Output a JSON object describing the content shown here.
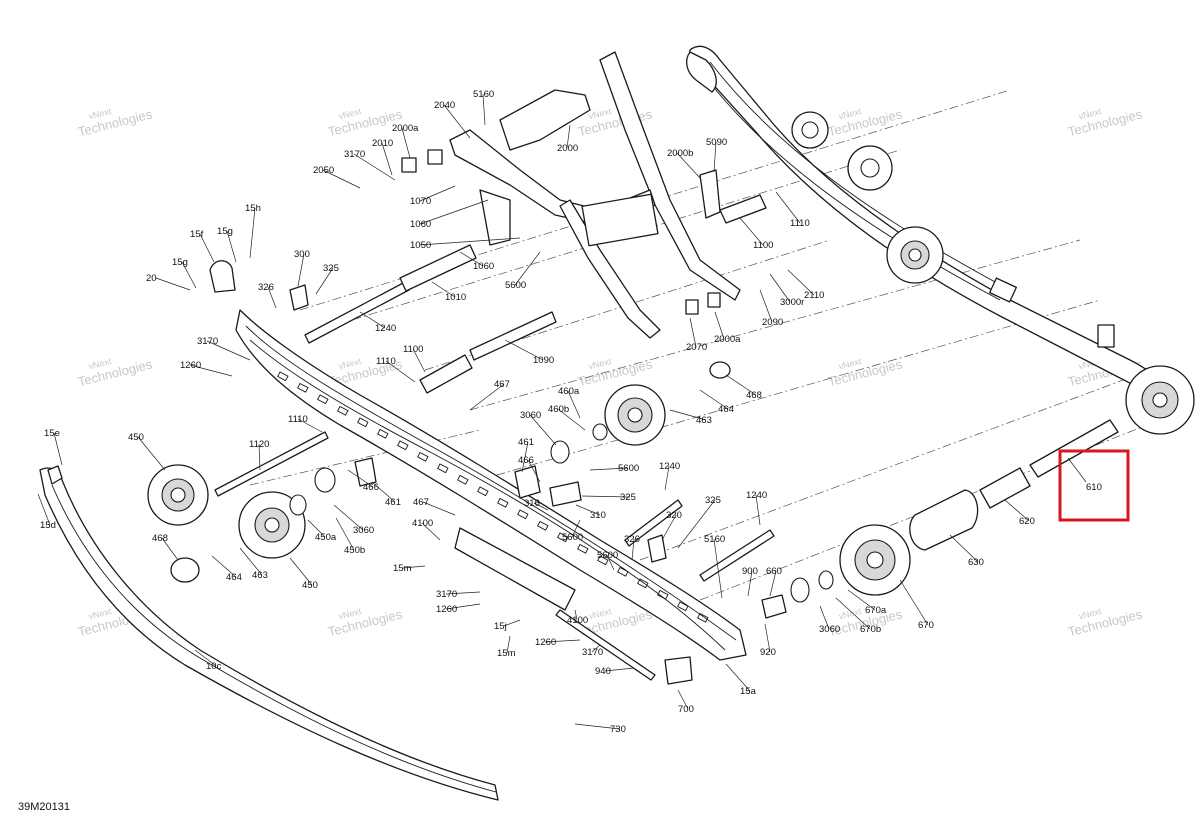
{
  "diagram_code": "39M20131",
  "watermark": {
    "line1": "vNext",
    "line2": "Technologies"
  },
  "highlight": {
    "label": "610",
    "color": "#d6191f"
  },
  "labels": [
    "5160",
    "2040",
    "2000a",
    "2010",
    "3170",
    "2050",
    "1070",
    "1060",
    "1050",
    "2000",
    "5090",
    "2000b",
    "1110",
    "1100",
    "2110",
    "3000r",
    "2090",
    "2070",
    "2000a",
    "15h",
    "15g",
    "15f",
    "15g",
    "20",
    "300",
    "325",
    "326",
    "1010",
    "1240",
    "1060",
    "5600",
    "3170",
    "1260",
    "1110",
    "1100",
    "1090",
    "467",
    "460a",
    "460b",
    "3060",
    "463",
    "464",
    "468",
    "15e",
    "450",
    "1120",
    "1110",
    "466",
    "461",
    "3060",
    "450a",
    "450b",
    "461",
    "466",
    "5600",
    "325",
    "316",
    "310",
    "5600",
    "1240",
    "325",
    "320",
    "15d",
    "468",
    "464",
    "463",
    "450",
    "467",
    "4100",
    "15m",
    "3170",
    "1260",
    "15j",
    "4100",
    "1260",
    "3170",
    "15m",
    "940",
    "5600",
    "326",
    "5160",
    "900",
    "660",
    "920",
    "730",
    "700",
    "15a",
    "1240",
    "620",
    "630",
    "670",
    "670a",
    "670b",
    "3060",
    "10c",
    "610"
  ]
}
